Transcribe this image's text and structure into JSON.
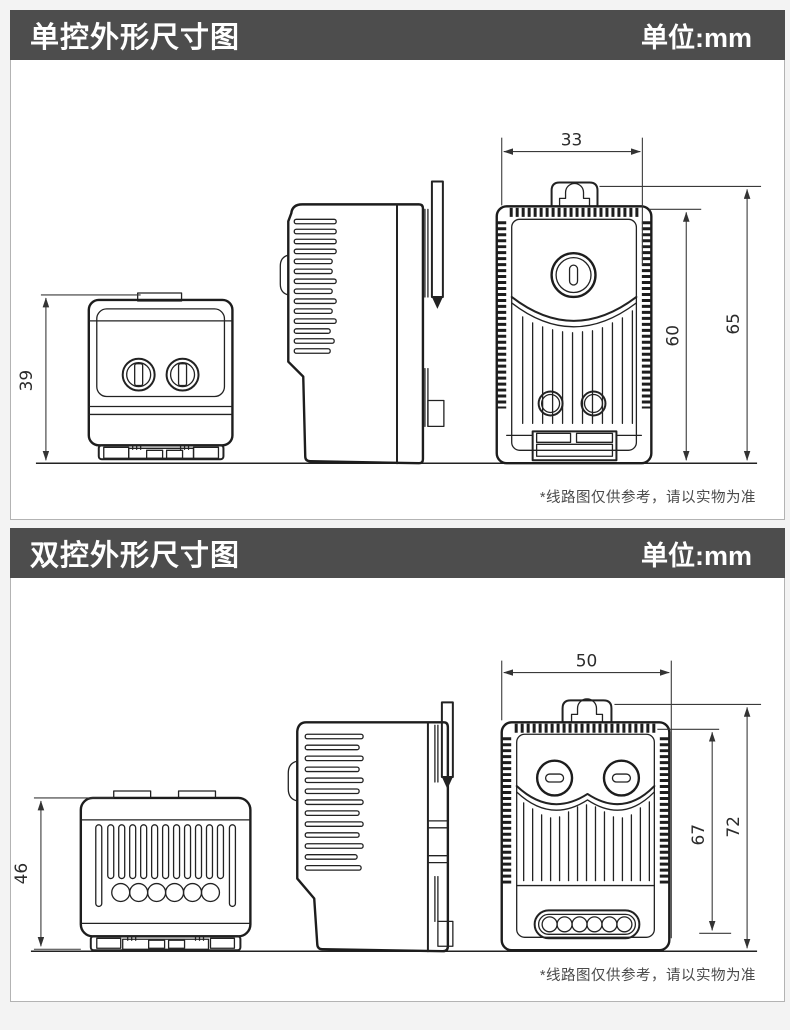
{
  "page": {
    "background": "#f3f3f3",
    "header_bg": "#4d4d4d",
    "header_text_color": "#ffffff"
  },
  "sections": [
    {
      "title": "单控外形尺寸图",
      "unit_label": "单位:mm",
      "note": "*线路图仅供参考，请以实物为准",
      "dims": {
        "depth": "39",
        "width": "33",
        "body_height": "60",
        "total_height": "65"
      }
    },
    {
      "title": "双控外形尺寸图",
      "unit_label": "单位:mm",
      "note": "*线路图仅供参考，请以实物为准",
      "dims": {
        "depth": "46",
        "width": "50",
        "body_height": "67",
        "total_height": "72"
      }
    }
  ]
}
